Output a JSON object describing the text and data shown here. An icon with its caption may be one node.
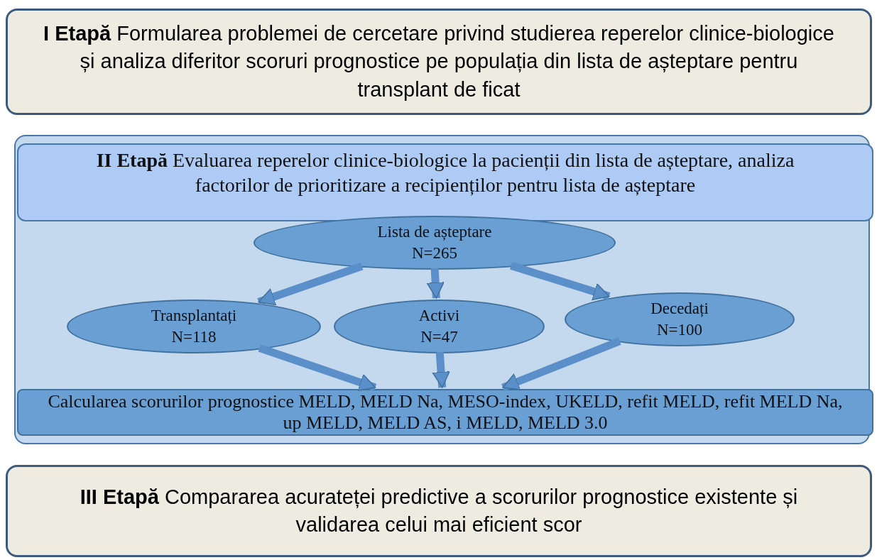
{
  "diagram": {
    "nodes": [
      {
        "text": [
          "**I Etapă** Formularea problemei de cercetare privind studierea reperelor clinice-biologice și analiza diferitor scoruri prognostice pe populația din lista de așteptare pentru transplant de ficat"
        ]
      },
      {
        "text": [],
        "shape": "box"
      },
      {
        "text": [
          "**II Etapă** Evaluarea reperelor clinice-biologice la pacienții din lista de așteptare, analiza factorilor de prioritizare a recipienților pentru lista de așteptare"
        ],
        "in": 1
      },
      {
        "text": [
          "Lista de așteptare N=265"
        ],
        "in": 1
      },
      {
        "text": [
          "Transplantați N=118"
        ],
        "in": 1
      },
      {
        "text": [
          "Activi N=47"
        ],
        "in": 1
      },
      {
        "text": [
          "Decedați N=100"
        ],
        "in": 1
      },
      {
        "text": [
          "Calcularea scorurilor prognostice MELD, MELD Na, MESO-index, UKELD, refit MELD, refit MELD Na, up MELD, MELD AS, i MELD, MELD 3.0"
        ],
        "in": 1
      },
      {
        "text": [
          "**III Etapă** Compararea acurateței predictive a scorurilor prognostice existente și validarea celui mai eficient scor"
        ]
      }
    ],
    "edges": [
      {
        "from": 3,
        "to": 4,
        "arrow": "to"
      },
      {
        "from": 3,
        "to": 5,
        "arrow": "to"
      },
      {
        "from": 3,
        "to": 6,
        "arrow": "to"
      },
      {
        "from": 4,
        "to": 7,
        "arrow": "to"
      },
      {
        "from": 5,
        "to": 7,
        "arrow": "to"
      },
      {
        "from": 6,
        "to": 7,
        "arrow": "to"
      }
    ]
  }
}
